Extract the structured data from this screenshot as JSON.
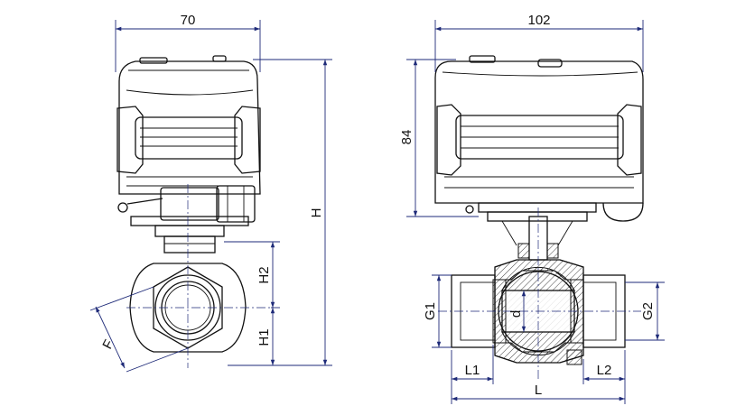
{
  "dimensions": {
    "width_front": "70",
    "width_side": "102",
    "actuator_height": "84",
    "total_height": "H",
    "pipe_h2": "H2",
    "pipe_h1": "H1",
    "across_flats": "F",
    "thread_g1": "G1",
    "thread_g2": "G2",
    "bore": "d",
    "end_l1": "L1",
    "end_l2": "L2",
    "overall_length": "L"
  },
  "colors": {
    "line": "#111111",
    "dimension": "#1e2a78"
  }
}
